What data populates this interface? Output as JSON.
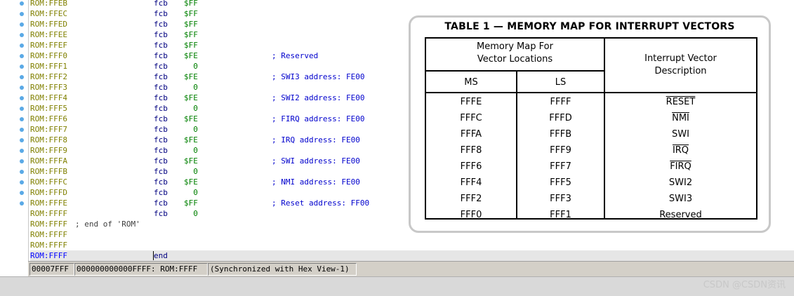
{
  "listing": [
    {
      "addr": "ROM:FFEB",
      "mnem": "fcb",
      "oper": "$FF",
      "comment": ""
    },
    {
      "addr": "ROM:FFEC",
      "mnem": "fcb",
      "oper": "$FF",
      "comment": ""
    },
    {
      "addr": "ROM:FFED",
      "mnem": "fcb",
      "oper": "$FF",
      "comment": ""
    },
    {
      "addr": "ROM:FFEE",
      "mnem": "fcb",
      "oper": "$FF",
      "comment": ""
    },
    {
      "addr": "ROM:FFEF",
      "mnem": "fcb",
      "oper": "$FF",
      "comment": ""
    },
    {
      "addr": "ROM:FFF0",
      "mnem": "fcb",
      "oper": "$FE",
      "comment": "; Reserved"
    },
    {
      "addr": "ROM:FFF1",
      "mnem": "fcb",
      "oper": "  0",
      "comment": ""
    },
    {
      "addr": "ROM:FFF2",
      "mnem": "fcb",
      "oper": "$FE",
      "comment": "; SWI3 address: FE00"
    },
    {
      "addr": "ROM:FFF3",
      "mnem": "fcb",
      "oper": "  0",
      "comment": ""
    },
    {
      "addr": "ROM:FFF4",
      "mnem": "fcb",
      "oper": "$FE",
      "comment": "; SWI2 address: FE00"
    },
    {
      "addr": "ROM:FFF5",
      "mnem": "fcb",
      "oper": "  0",
      "comment": ""
    },
    {
      "addr": "ROM:FFF6",
      "mnem": "fcb",
      "oper": "$FE",
      "comment": "; FIRQ address: FE00"
    },
    {
      "addr": "ROM:FFF7",
      "mnem": "fcb",
      "oper": "  0",
      "comment": ""
    },
    {
      "addr": "ROM:FFF8",
      "mnem": "fcb",
      "oper": "$FE",
      "comment": "; IRQ address: FE00"
    },
    {
      "addr": "ROM:FFF9",
      "mnem": "fcb",
      "oper": "  0",
      "comment": ""
    },
    {
      "addr": "ROM:FFFA",
      "mnem": "fcb",
      "oper": "$FE",
      "comment": "; SWI address: FE00"
    },
    {
      "addr": "ROM:FFFB",
      "mnem": "fcb",
      "oper": "  0",
      "comment": ""
    },
    {
      "addr": "ROM:FFFC",
      "mnem": "fcb",
      "oper": "$FE",
      "comment": "; NMI address: FE00"
    },
    {
      "addr": "ROM:FFFD",
      "mnem": "fcb",
      "oper": "  0",
      "comment": ""
    },
    {
      "addr": "ROM:FFFE",
      "mnem": "fcb",
      "oper": "$FF",
      "comment": "; Reset address: FF00"
    },
    {
      "addr": "ROM:FFFF",
      "mnem": "fcb",
      "oper": "  0",
      "comment": ""
    }
  ],
  "end_of_segment": {
    "addr": "ROM:FFFF",
    "text": "; end of 'ROM'"
  },
  "blank_lines": [
    "ROM:FFFF",
    "ROM:FFFF"
  ],
  "current_line": {
    "addr": "ROM:FFFF",
    "mnem": "end"
  },
  "table": {
    "title": "TABLE 1 — MEMORY MAP FOR INTERRUPT VECTORS",
    "group_header_line1": "Memory Map For",
    "group_header_line2": "Vector Locations",
    "desc_header_line1": "Interrupt Vector",
    "desc_header_line2": "Description",
    "col_ms": "MS",
    "col_ls": "LS",
    "rows": [
      {
        "ms": "FFFE",
        "ls": "FFFF",
        "desc": "RESET",
        "overbar": true
      },
      {
        "ms": "FFFC",
        "ls": "FFFD",
        "desc": "NMI",
        "overbar": true
      },
      {
        "ms": "FFFA",
        "ls": "FFFB",
        "desc": "SWI",
        "overbar": false
      },
      {
        "ms": "FFF8",
        "ls": "FFF9",
        "desc": "IRQ",
        "overbar": true
      },
      {
        "ms": "FFF6",
        "ls": "FFF7",
        "desc": "FIRQ",
        "overbar": true
      },
      {
        "ms": "FFF4",
        "ls": "FFF5",
        "desc": "SWI2",
        "overbar": false
      },
      {
        "ms": "FFF2",
        "ls": "FFF3",
        "desc": "SWI3",
        "overbar": false
      },
      {
        "ms": "FFF0",
        "ls": "FFF1",
        "desc": "Reserved",
        "overbar": false
      }
    ]
  },
  "statusbar": {
    "offset": "00007FFF",
    "location": "000000000000FFFF: ROM:FFFF",
    "sync": "(Synchronized with Hex View-1)"
  },
  "watermark": "CSDN @CSDN资讯"
}
